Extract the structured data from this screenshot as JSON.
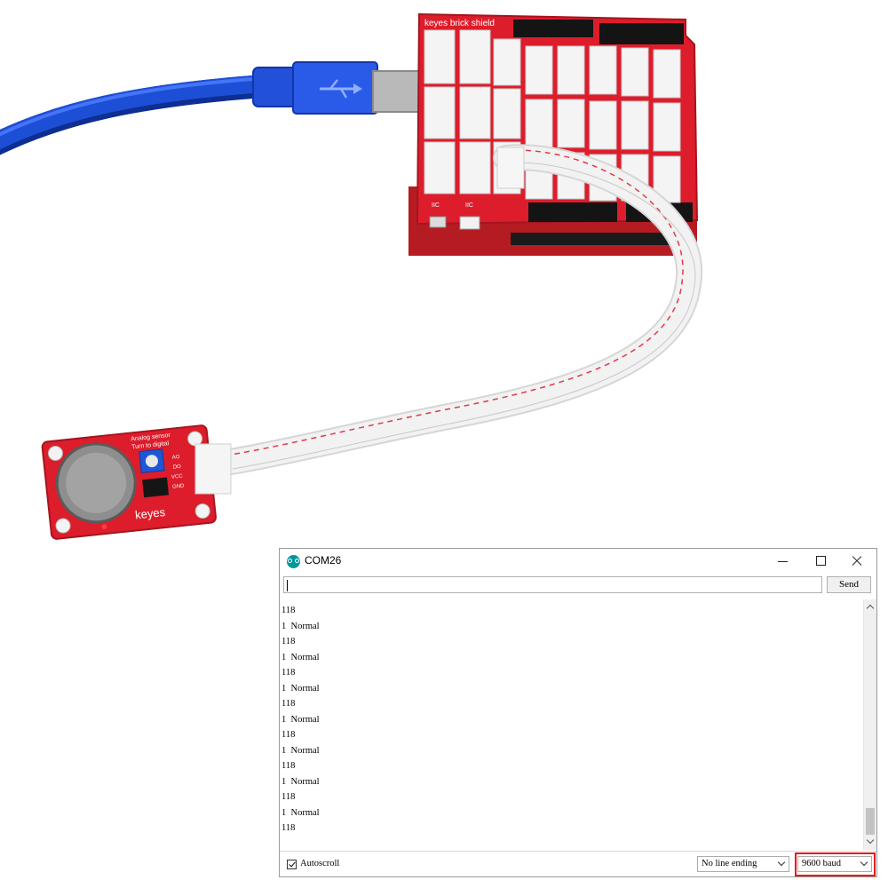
{
  "window": {
    "title": "COM26"
  },
  "input": {
    "value": "",
    "send_label": "Send"
  },
  "output": {
    "lines": [
      "118",
      "1  Normal",
      "118",
      "1  Normal",
      "118",
      "1  Normal",
      "118",
      "1  Normal",
      "118",
      "1  Normal",
      "118",
      "1  Normal",
      "118",
      "1  Normal",
      "118"
    ]
  },
  "footer": {
    "autoscroll_label": "Autoscroll",
    "autoscroll_checked": true,
    "line_ending": "No line ending",
    "baud_rate": "9600 baud"
  },
  "photo_labels": {
    "shield_title": "keyes brick shield",
    "sensor_line1": "Analog sensor",
    "sensor_line2": "Turn to digital",
    "sensor_brand": "keyes",
    "pin_ao": "AO",
    "pin_do": "DO",
    "pin_vcc": "VCC",
    "pin_gnd": "GND",
    "iic_left": "IIC",
    "iic_right": "IIC"
  },
  "colors": {
    "pcb_red": "#d8192a",
    "usb_blue": "#1a47c8",
    "ribbon_white": "#eeeeee",
    "highlight_red": "#e81919",
    "arrow_magenta": "#ee22ee"
  }
}
